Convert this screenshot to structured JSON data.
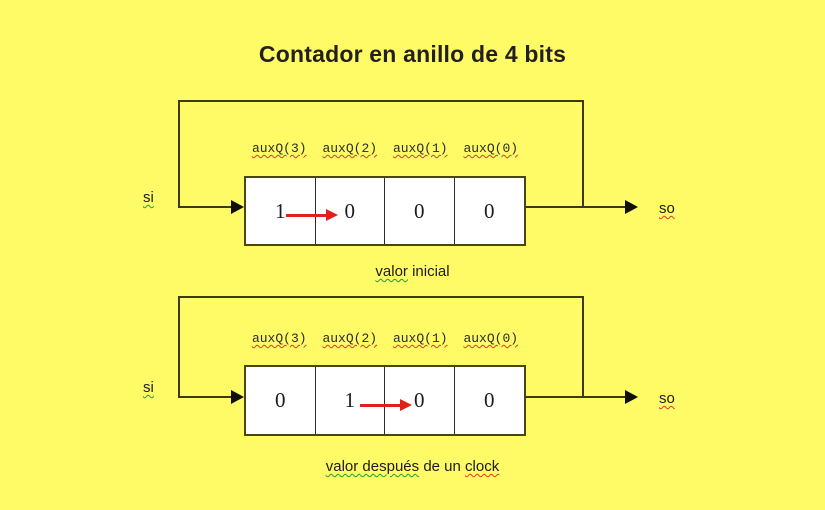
{
  "page": {
    "title": "Contador en anillo de 4 bits",
    "background_color": "#FFFB66",
    "wire_color": "#3d3a10",
    "arrow_color": "#e0201b",
    "cell_border_color": "#4a4514"
  },
  "bit_labels": [
    "auxQ(3)",
    "auxQ(2)",
    "auxQ(1)",
    "auxQ(0)"
  ],
  "diagrams": [
    {
      "id": "initial",
      "caption_prefix": "valor",
      "caption_suffix": "inicial",
      "caption_full": "valor inicial",
      "input_port": "si",
      "output_port": "so",
      "bits": [
        "1",
        "0",
        "0",
        "0"
      ],
      "shift_from_index": 0,
      "shift_to_index": 1
    },
    {
      "id": "after-clock",
      "caption_prefix": "valor después",
      "caption_mid": "de un",
      "caption_suffix": "clock",
      "caption_full": "valor después de un clock",
      "input_port": "si",
      "output_port": "so",
      "bits": [
        "0",
        "1",
        "0",
        "0"
      ],
      "shift_from_index": 1,
      "shift_to_index": 2
    }
  ]
}
